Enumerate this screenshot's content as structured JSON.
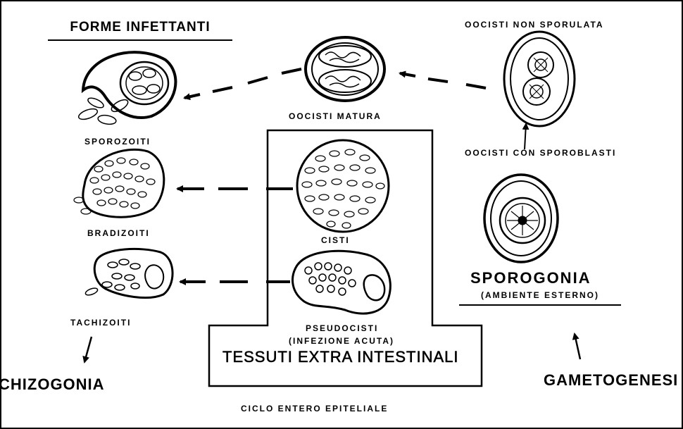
{
  "title": "FORME INFETTANTI",
  "stages": {
    "oocisti_non_sporulata": "OOCISTI NON SPORULATA",
    "oocisti_matura": "OOCISTI MATURA",
    "oocisti_con_sporoblasti": "OOCISTI CON SPOROBLASTI",
    "sporozoiti": "SPOROZOITI",
    "bradizoiti": "BRADIZOITI",
    "cisti": "CISTI",
    "tachizoiti": "TACHIZOITI",
    "pseudocisti": "PSEUDOCISTI",
    "infezione_acuta": "(INFEZIONE ACUTA)"
  },
  "phases": {
    "sporogonia": "SPOROGONIA",
    "ambiente_esterno": "(AMBIENTE ESTERNO)",
    "tessuti": "TESSUTI EXTRA INTESTINALI",
    "schizogonia": "CHIZOGONIA",
    "gametogenesi": "GAMETOGENESI",
    "ciclo": "CICLO ENTERO EPITELIALE"
  }
}
